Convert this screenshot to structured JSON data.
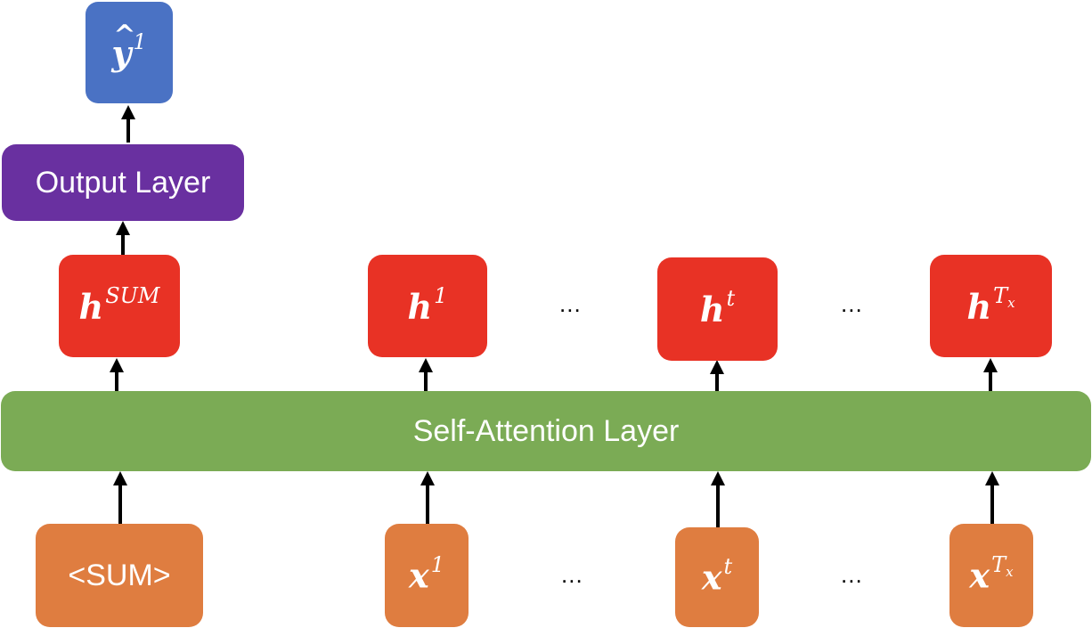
{
  "colors": {
    "output_y": "#4a72c4",
    "output_layer": "#6930a0",
    "hidden": "#e83225",
    "attention": "#7bab55",
    "input": "#df7d40",
    "arrow": "#000000"
  },
  "output": {
    "symbol": "y",
    "hat": "^",
    "superscript": "1"
  },
  "output_layer": {
    "label": "Output Layer"
  },
  "attention_layer": {
    "label": "Self-Attention Layer"
  },
  "hidden_nodes": {
    "sum": {
      "symbol": "h",
      "superscript": "SUM"
    },
    "first": {
      "symbol": "h",
      "superscript": "1"
    },
    "t": {
      "symbol": "h",
      "superscript": "t"
    },
    "last": {
      "symbol": "h",
      "superscript": "T",
      "subscript": "x"
    }
  },
  "input_nodes": {
    "sum": {
      "label": "<SUM>"
    },
    "first": {
      "symbol": "x",
      "superscript": "1"
    },
    "t": {
      "symbol": "x",
      "superscript": "t"
    },
    "last": {
      "symbol": "x",
      "superscript": "T",
      "subscript": "x"
    }
  },
  "ellipsis": "..."
}
